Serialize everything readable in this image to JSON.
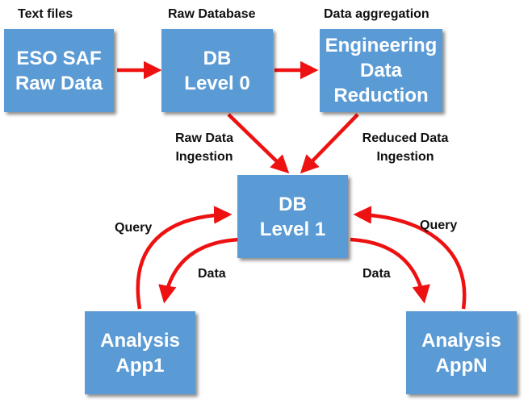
{
  "headers": {
    "text_files": "Text files",
    "raw_database": "Raw Database",
    "data_aggregation": "Data aggregation"
  },
  "nodes": {
    "eso_saf": [
      "ESO SAF",
      "Raw Data"
    ],
    "db_level0": [
      "DB",
      "Level 0"
    ],
    "engineering": [
      "Engineering",
      "Data",
      "Reduction"
    ],
    "db_level1": [
      "DB",
      "Level 1"
    ],
    "analysis_app1": [
      "Analysis",
      "App1"
    ],
    "analysis_appn": [
      "Analysis",
      "AppN"
    ]
  },
  "edge_labels": {
    "raw_ingestion": [
      "Raw Data",
      "Ingestion"
    ],
    "reduced_ingestion": [
      "Reduced Data",
      "Ingestion"
    ],
    "query_left": "Query",
    "data_left": "Data",
    "data_right": "Data",
    "query_right": "Query"
  },
  "colors": {
    "box_fill": "#5b9bd5",
    "arrow": "#ee1111"
  }
}
